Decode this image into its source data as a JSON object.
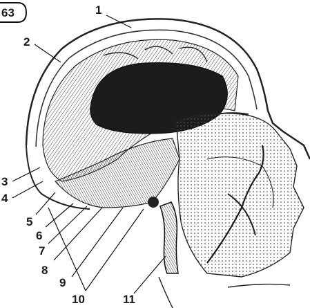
{
  "figure": {
    "number": "63",
    "labels": [
      "1",
      "2",
      "3",
      "4",
      "5",
      "6",
      "7",
      "8",
      "9",
      "10",
      "11"
    ]
  }
}
